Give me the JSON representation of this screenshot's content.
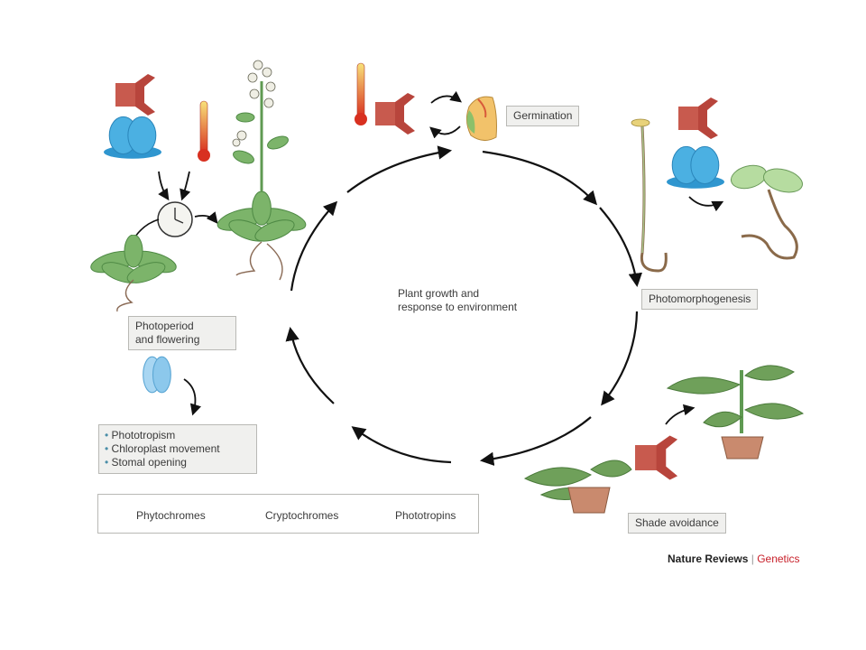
{
  "center_text": [
    "Plant growth and",
    "response to environment"
  ],
  "stages": {
    "germination": "Germination",
    "photomorphogenesis": "Photomorphogenesis",
    "shade_avoidance": "Shade avoidance",
    "photoperiod": [
      "Photoperiod",
      "and flowering"
    ]
  },
  "phototropin_responses": [
    "Phototropism",
    "Chloroplast movement",
    "Stomal opening"
  ],
  "legend": {
    "phytochromes": "Phytochromes",
    "cryptochromes": "Cryptochromes",
    "phototropins": "Phototropins"
  },
  "credit": {
    "journal": "Nature Reviews",
    "separator": "|",
    "subject": "Genetics"
  },
  "colors": {
    "phytochrome": "#b8453c",
    "cryptochrome": "#3aa4d8",
    "phototropin": "#9ad0ef",
    "leaf": "#7cb46a",
    "pot": "#c98a6e",
    "credit_red": "#c8202a"
  }
}
